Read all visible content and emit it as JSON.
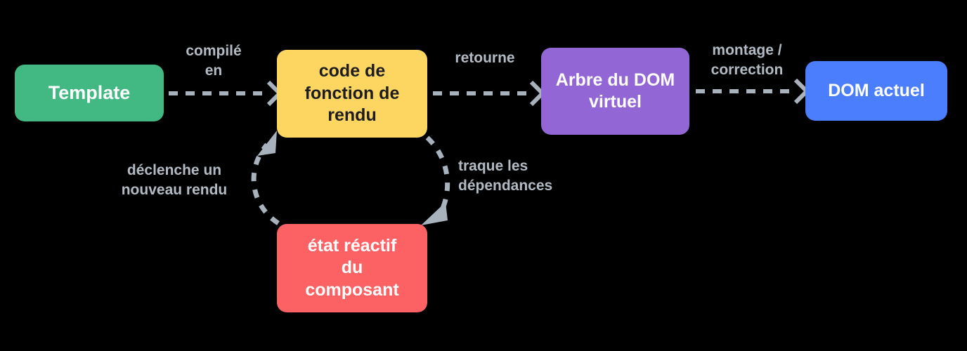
{
  "diagram": {
    "title": "Vue reactivity render pipeline",
    "background_color": "#000000",
    "nodes": [
      {
        "id": "template",
        "label": "Template",
        "color": "#42b883",
        "text_color": "#ffffff"
      },
      {
        "id": "render_fn",
        "label": "code de\nfonction de\nrendu",
        "color": "#fdd561",
        "text_color": "#1d1d21"
      },
      {
        "id": "vdom",
        "label": "Arbre du DOM\nvirtuel",
        "color": "#9366d6",
        "text_color": "#ffffff"
      },
      {
        "id": "dom",
        "label": "DOM actuel",
        "color": "#4a7efc",
        "text_color": "#ffffff"
      },
      {
        "id": "state",
        "label": "état réactif\ndu\ncomposant",
        "color": "#fc6263",
        "text_color": "#ffffff"
      }
    ],
    "edges": [
      {
        "id": "compile",
        "from": "template",
        "to": "render_fn",
        "label": "compilé\nen",
        "style": "dashed",
        "arrow": "chevron"
      },
      {
        "id": "returns",
        "from": "render_fn",
        "to": "vdom",
        "label": "retourne",
        "style": "dashed",
        "arrow": "chevron"
      },
      {
        "id": "mount",
        "from": "vdom",
        "to": "dom",
        "label": "montage /\ncorrection",
        "style": "dashed",
        "arrow": "chevron"
      },
      {
        "id": "track",
        "from": "render_fn",
        "to": "state",
        "label": "traque les\ndépendances",
        "style": "dashed",
        "arrow": "triangle"
      },
      {
        "id": "retrigger",
        "from": "state",
        "to": "render_fn",
        "label": "déclenche un\nnouveau rendu",
        "style": "dashed",
        "arrow": "triangle"
      }
    ],
    "edge_color": "#a8b2bd",
    "label_color": "#b2bbc4"
  }
}
